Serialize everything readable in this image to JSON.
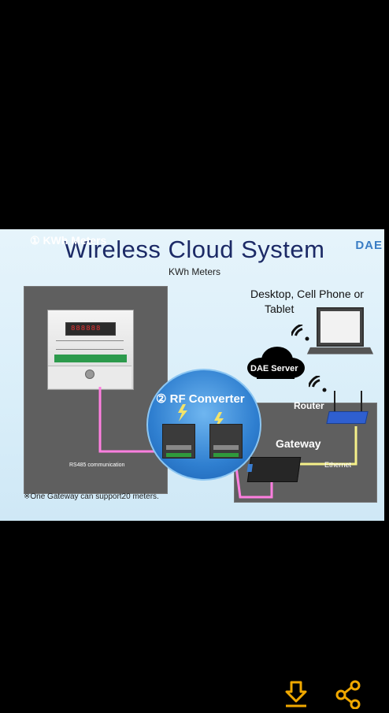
{
  "slide": {
    "title": "Wireless Cloud System",
    "subtitle": "KWh Meters",
    "logo": "DAE",
    "meters_panel_title": "① KWh Meters",
    "rs485_label": "RS485 communication",
    "rf_converter_title": "② RF Converter",
    "gateway_label": "Gateway",
    "router_label": "Router",
    "ethernet_label": "Ethernet",
    "server_label": "DAE Server",
    "client_label_line1": "Desktop, Cell Phone or",
    "client_label_line2": "Tablet",
    "note": "※One Gateway can support20 meters.",
    "meter_display": "888888"
  },
  "toolbar": {
    "download_icon": "download-icon",
    "share_icon": "share-icon"
  },
  "colors": {
    "accent": "#f0a800",
    "title": "#1c2a66",
    "panel": "#5f5f5f",
    "rf_blue": "#2f7fd0",
    "wire_pink": "#ff7fe0",
    "wire_yellow": "#f6f08a"
  }
}
